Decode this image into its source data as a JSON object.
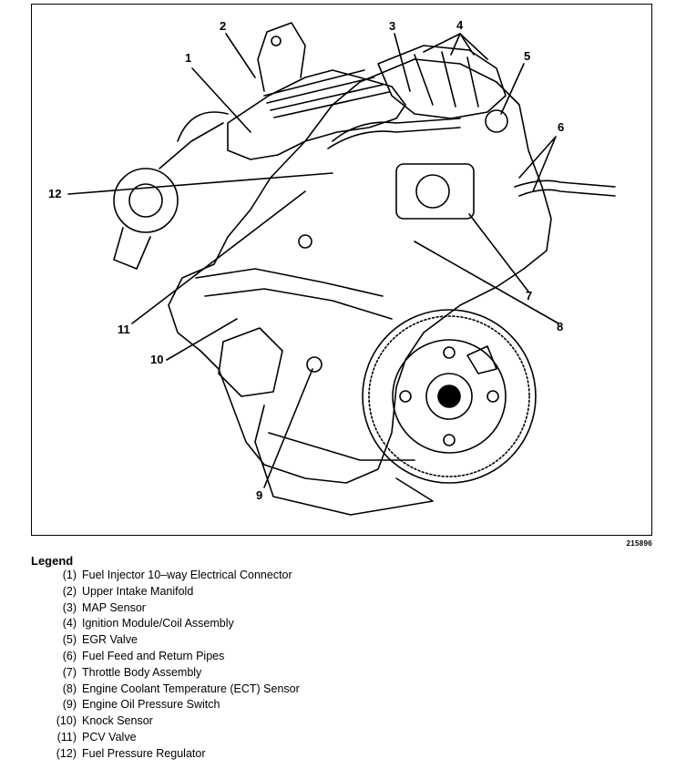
{
  "figure": {
    "id_code": "215896",
    "callouts": [
      "1",
      "2",
      "3",
      "4",
      "5",
      "6",
      "7",
      "8",
      "9",
      "10",
      "11",
      "12"
    ]
  },
  "legend": {
    "title": "Legend",
    "items": [
      {
        "num": "(1)",
        "label": "Fuel Injector 10–way Electrical Connector"
      },
      {
        "num": "(2)",
        "label": "Upper Intake Manifold"
      },
      {
        "num": "(3)",
        "label": "MAP Sensor"
      },
      {
        "num": "(4)",
        "label": "Ignition Module/Coil Assembly"
      },
      {
        "num": "(5)",
        "label": "EGR Valve"
      },
      {
        "num": "(6)",
        "label": "Fuel Feed and Return Pipes"
      },
      {
        "num": "(7)",
        "label": "Throttle Body Assembly"
      },
      {
        "num": "(8)",
        "label": "Engine Coolant Temperature (ECT) Sensor"
      },
      {
        "num": "(9)",
        "label": "Engine Oil Pressure Switch"
      },
      {
        "num": "(10)",
        "label": "Knock Sensor"
      },
      {
        "num": "(11)",
        "label": "PCV Valve"
      },
      {
        "num": "(12)",
        "label": "Fuel Pressure Regulator"
      }
    ]
  }
}
